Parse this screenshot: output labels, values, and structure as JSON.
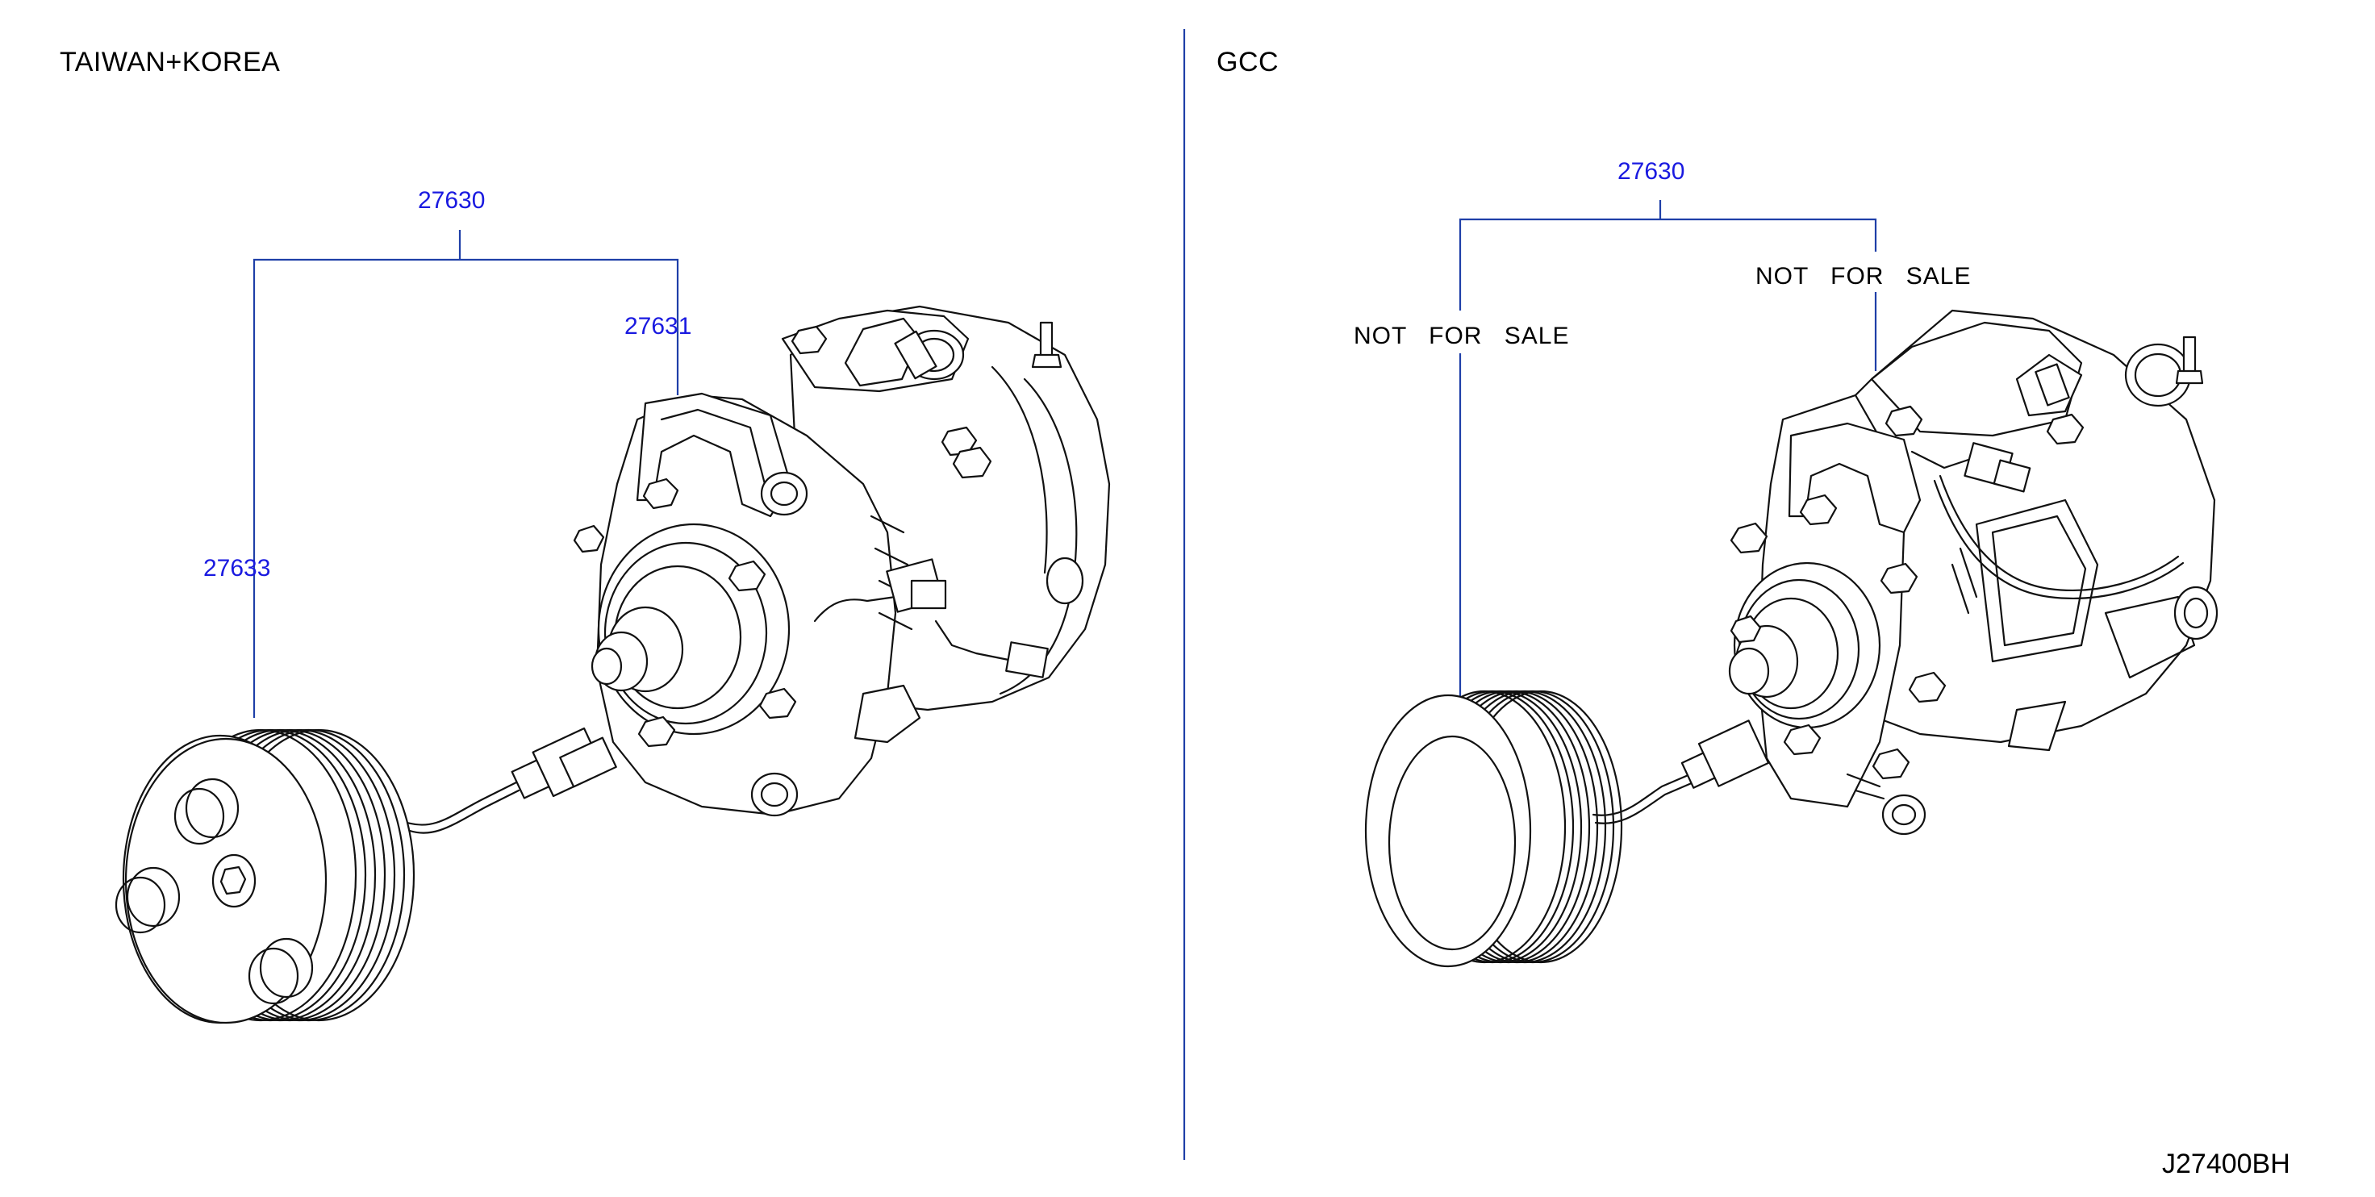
{
  "panels": [
    {
      "title": "TAIWAN+KOREA",
      "labels": {
        "assembly": "27630",
        "compressor": "27631",
        "clutch": "27633"
      }
    },
    {
      "title": "GCC",
      "labels": {
        "assembly": "27630",
        "compressor_note": "NOT FOR SALE",
        "clutch_note": "NOT FOR SALE"
      }
    }
  ],
  "drawing_code": "J27400BH",
  "colors": {
    "part_number_text": "#1a1ae0",
    "leader_line": "#1f3fa8",
    "line_art": "#111111"
  }
}
